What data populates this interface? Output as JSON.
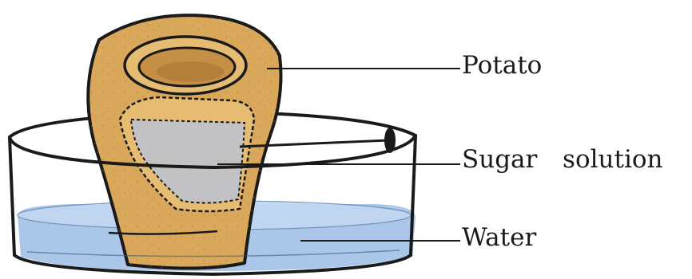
{
  "labels": {
    "potato": "Potato",
    "sugar_solution": "Sugar  solution",
    "water": "Water"
  },
  "colors": {
    "potato_skin": "#d9a85a",
    "potato_flesh": "#e6bc72",
    "sugar_solution": "#c3c3c6",
    "water": "#aac7ea",
    "outline": "#1a1a1a"
  }
}
